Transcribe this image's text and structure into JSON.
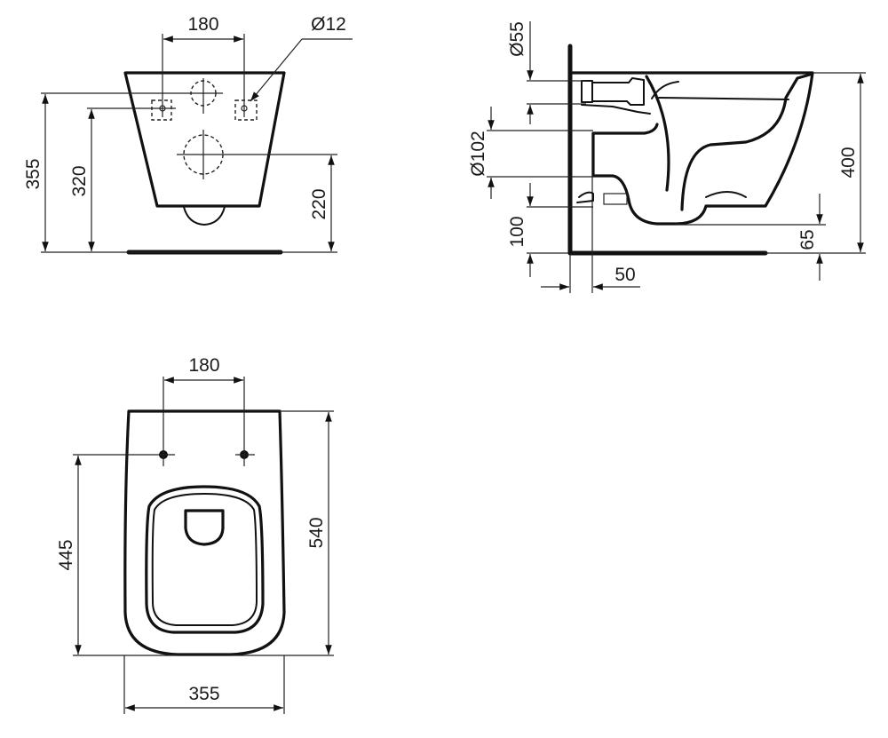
{
  "drawing": {
    "type": "technical-dimension-drawing",
    "subject": "wall-hung toilet",
    "units": "mm",
    "views": {
      "rear_view": {
        "labels": {
          "fixing_spacing": "180",
          "fixing_hole_diameter": "Ø12",
          "overall_height": "355",
          "fixing_height": "320",
          "outlet_height": "220"
        }
      },
      "side_view": {
        "labels": {
          "inlet_diameter": "Ø55",
          "outlet_diameter": "Ø102",
          "outlet_bottom_height": "100",
          "overall_height": "400",
          "bowl_base_height": "65",
          "wall_offset": "50"
        }
      },
      "top_view": {
        "labels": {
          "fixing_spacing": "180",
          "fixing_to_front": "445",
          "overall_length": "540",
          "overall_width": "355"
        }
      }
    },
    "colors": {
      "line": "#111111",
      "background": "#ffffff"
    }
  }
}
